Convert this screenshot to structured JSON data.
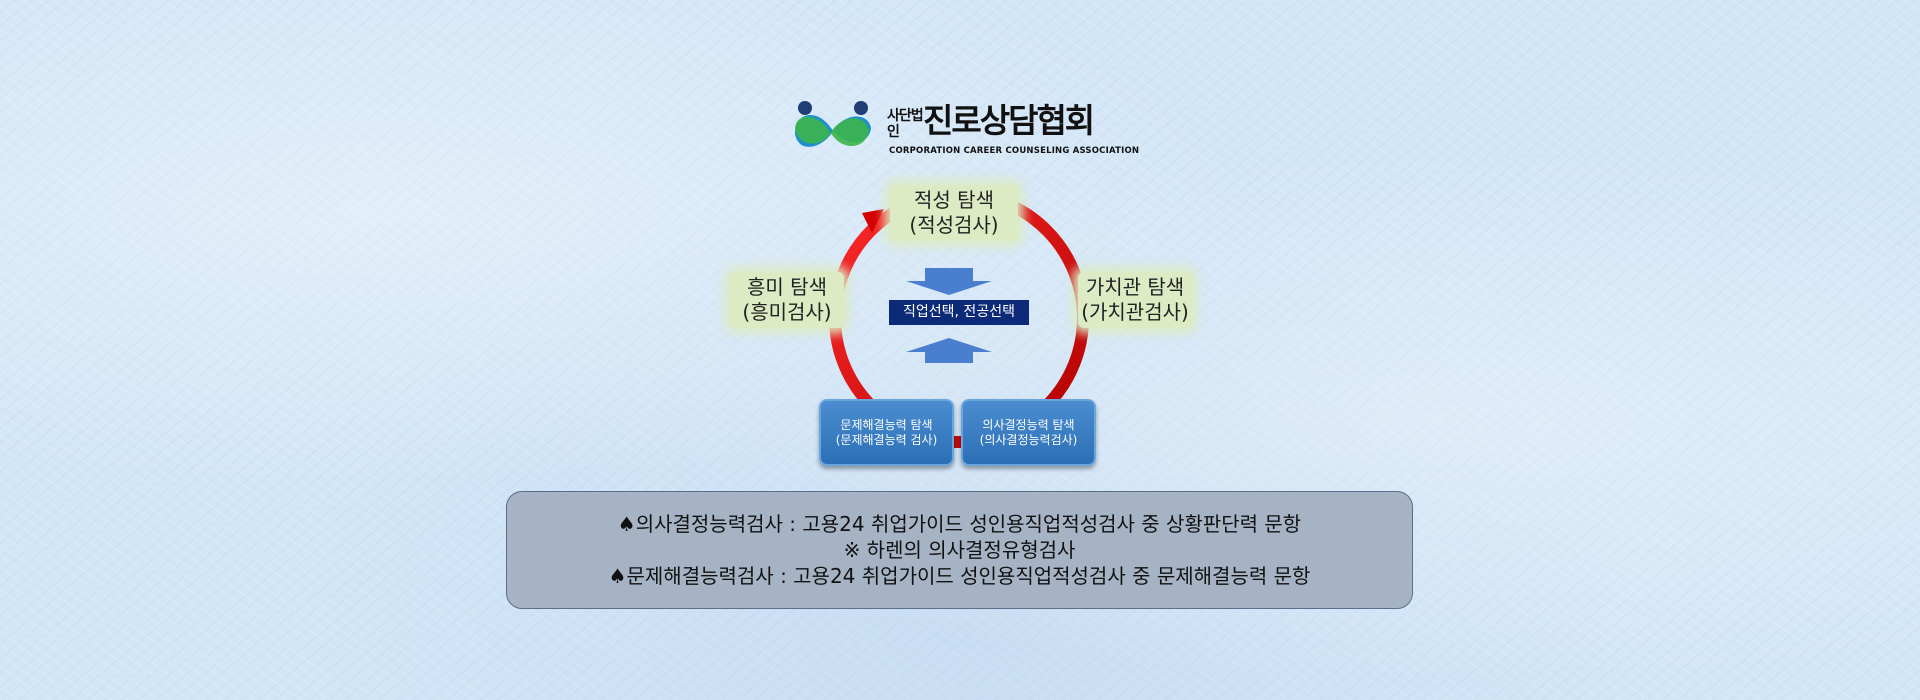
{
  "logo": {
    "corp_type": "사단법인",
    "name": "진로상담협회",
    "subtitle": "CORPORATION CAREER COUNSELING ASSOCIATION"
  },
  "diagram": {
    "center_label": "직업선택, 전공선택",
    "stages": {
      "aptitude": {
        "title": "적성 탐색",
        "subtitle": "(적성검사)"
      },
      "interest": {
        "title": "흥미 탐색",
        "subtitle": "(흥미검사)"
      },
      "values": {
        "title": "가치관 탐색",
        "subtitle": "(가치관검사)"
      },
      "problem_solving": {
        "title": "문제해결능력 탐색",
        "subtitle": "(문제해결능력 검사)"
      },
      "decision_making": {
        "title": "의사결정능력 탐색",
        "subtitle": "(의사결정능력검사)"
      }
    },
    "colors": {
      "cycle": "#d40000",
      "green_box": "#dcebc4",
      "blue_box": "#3a7cc3",
      "center_bg": "#0c2a78",
      "arrow": "#4a7fcf"
    }
  },
  "notes": {
    "line1": "♠의사결정능력검사 : 고용24 취업가이드 성인용직업적성검사 중 상황판단력 문항",
    "line2": "※ 하렌의 의사결정유형검사",
    "line3": "♠문제해결능력검사 : 고용24 취업가이드 성인용직업적성검사 중 문제해결능력 문항"
  }
}
